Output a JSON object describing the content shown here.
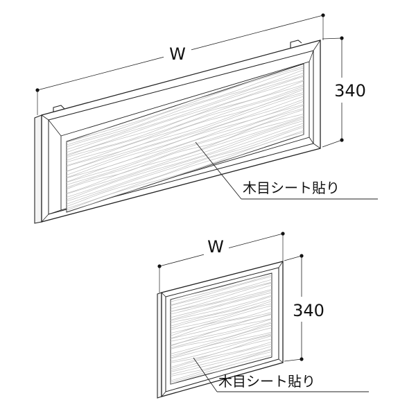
{
  "diagrams": [
    {
      "id": "wide-panel",
      "width_label": "W",
      "height_label": "340",
      "callout_label": "木目シート貼り"
    },
    {
      "id": "narrow-panel",
      "width_label": "W",
      "height_label": "340",
      "callout_label": "木目シート貼り"
    }
  ]
}
